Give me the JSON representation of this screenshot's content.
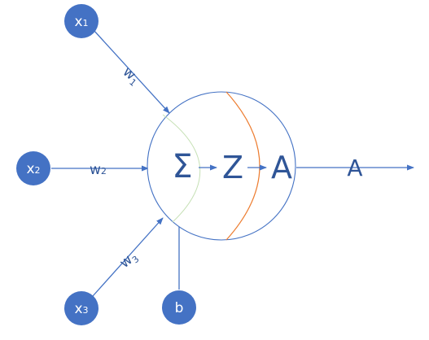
{
  "inputs": [
    {
      "base": "x",
      "sub": "1"
    },
    {
      "base": "x",
      "sub": "2"
    },
    {
      "base": "x",
      "sub": "3"
    }
  ],
  "weights": [
    {
      "base": "w",
      "sub": "1"
    },
    {
      "base": "w",
      "sub": "2"
    },
    {
      "base": "w",
      "sub": "3"
    }
  ],
  "bias": {
    "label": "b"
  },
  "neuron": {
    "sum_symbol": "Σ",
    "z_label": "Z",
    "activation_label": "A"
  },
  "output": {
    "label": "A"
  },
  "colors": {
    "node_fill": "#4472C4",
    "text": "#2F5597",
    "divider": "#ED7D31",
    "inner_divider": "#C5E0B4"
  }
}
